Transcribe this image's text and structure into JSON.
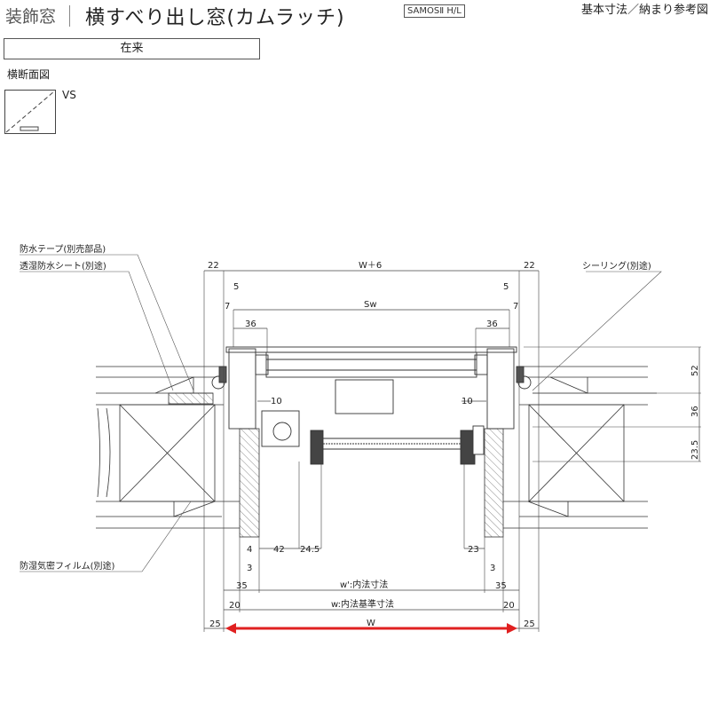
{
  "header": {
    "category": "装飾窓",
    "title": "横すべり出し窓(カムラッチ)",
    "badge": "SAMOSⅡ H/L",
    "right_label": "基本寸法／納まり参考図"
  },
  "type_label": "在来",
  "section_label": "横断面図",
  "view_label": "VS",
  "callouts": {
    "waterproof_tape": "防水テープ(別売部品)",
    "breathable_sheet": "透湿防水シート(別途)",
    "sealing": "シーリング(別途)",
    "vapor_film": "防湿気密フィルム(別途)"
  },
  "dims": {
    "top_left_22": "22",
    "top_right_22": "22",
    "w_plus_6": "W＋6",
    "left_5": "5",
    "right_5": "5",
    "left_7": "7",
    "right_7": "7",
    "sw": "Sw",
    "left_36": "36",
    "right_36": "36",
    "left_10": "10",
    "right_10": "10",
    "v_52": "52",
    "v_36": "36",
    "v_23_5": "23.5",
    "b_4": "4",
    "b_42": "42",
    "b_24_5": "24.5",
    "b_23": "23",
    "b_3_left": "3",
    "b_3_right": "3",
    "b_35_left": "35",
    "b_35_right": "35",
    "w_prime": "w':内法寸法",
    "b_20_left": "20",
    "b_20_right": "20",
    "w_inner": "w:内法基準寸法",
    "b_25_left": "25",
    "b_25_right": "25",
    "w": "W"
  },
  "colors": {
    "accent_arrow": "#e02020",
    "line": "#333333"
  }
}
